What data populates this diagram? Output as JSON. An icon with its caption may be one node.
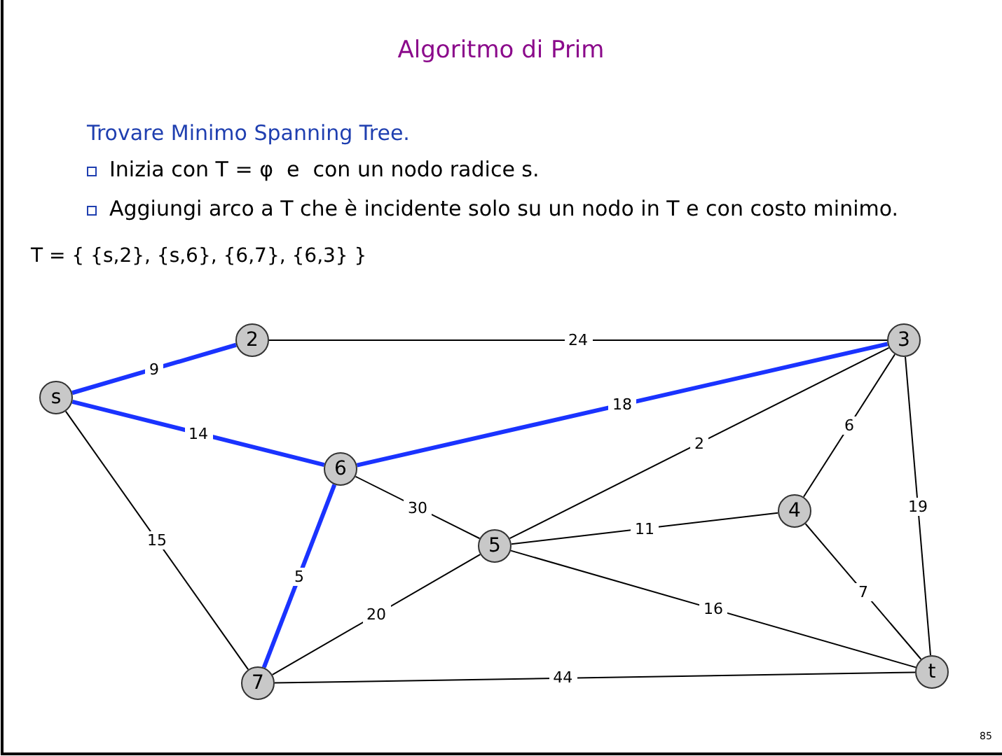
{
  "diagram": {
    "title": "Algoritmo di Prim",
    "nodes": [
      {
        "text": [
          "s"
        ]
      },
      {
        "text": [
          "2"
        ]
      },
      {
        "text": [
          "3"
        ]
      },
      {
        "text": [
          "6"
        ]
      },
      {
        "text": [
          "5"
        ]
      },
      {
        "text": [
          "4"
        ]
      },
      {
        "text": [
          "7"
        ]
      },
      {
        "text": [
          "t"
        ]
      }
    ],
    "edges": [
      {
        "from": 0,
        "to": 1,
        "arrow": "none",
        "label": "9",
        "style": "thick",
        "color": "#1a33ff"
      },
      {
        "from": 1,
        "to": 2,
        "arrow": "none",
        "label": "24"
      },
      {
        "from": 0,
        "to": 3,
        "arrow": "none",
        "label": "14",
        "style": "thick",
        "color": "#1a33ff"
      },
      {
        "from": 3,
        "to": 2,
        "arrow": "none",
        "label": "18",
        "style": "thick",
        "color": "#1a33ff"
      },
      {
        "from": 0,
        "to": 6,
        "arrow": "none",
        "label": "15"
      },
      {
        "from": 3,
        "to": 4,
        "arrow": "none",
        "label": "30"
      },
      {
        "from": 3,
        "to": 6,
        "arrow": "none",
        "label": "5",
        "style": "thick",
        "color": "#1a33ff"
      },
      {
        "from": 4,
        "to": 2,
        "arrow": "none",
        "label": "2"
      },
      {
        "from": 2,
        "to": 5,
        "arrow": "none",
        "label": "6"
      },
      {
        "from": 2,
        "to": 7,
        "arrow": "none",
        "label": "19"
      },
      {
        "from": 4,
        "to": 5,
        "arrow": "none",
        "label": "11"
      },
      {
        "from": 5,
        "to": 7,
        "arrow": "none",
        "label": "7"
      },
      {
        "from": 4,
        "to": 7,
        "arrow": "none",
        "label": "16"
      },
      {
        "from": 6,
        "to": 4,
        "arrow": "none",
        "label": "20"
      },
      {
        "from": 6,
        "to": 7,
        "arrow": "none",
        "label": "44"
      }
    ],
    "labels": [
      "Trovare Minimo Spanning Tree.",
      "Inizia con T = φ  e  con un nodo radice s.",
      "Aggiungi arco a T che è incidente solo su un nodo in T e con costo minimo.",
      "T = { {s,2}, {s,6}, {6,7}, {6,3} }",
      "85"
    ]
  }
}
